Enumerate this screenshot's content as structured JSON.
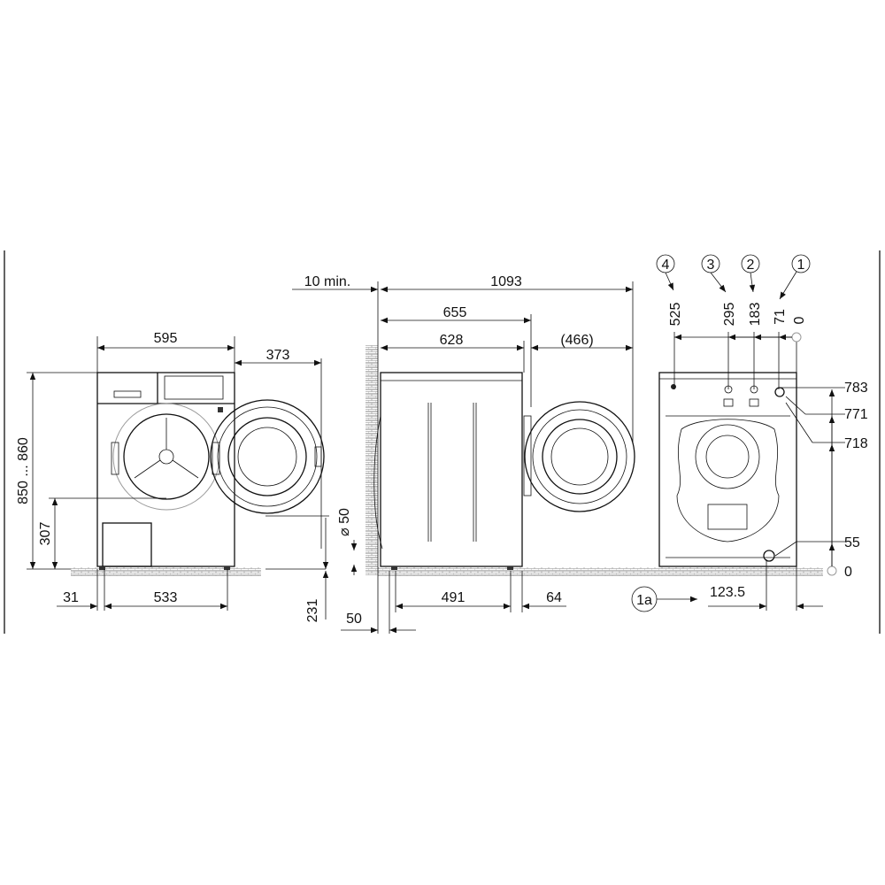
{
  "front_view": {
    "width": "595",
    "door_swing": "373",
    "height": "850 ... 860",
    "door_center_height": "307",
    "foot_offset": "31",
    "foot_span": "533",
    "drain_height": "231",
    "drain_diameter": "⌀ 50"
  },
  "side_view": {
    "wall_clearance": "10 min.",
    "total_depth_open": "1093",
    "depth_with_door": "655",
    "body_depth": "628",
    "door_depth": "(466)",
    "foot_depth": "491",
    "rear_foot_offset": "64",
    "wall_offset": "50"
  },
  "rear_view": {
    "callouts": [
      "4",
      "3",
      "2",
      "1"
    ],
    "horizontal_positions": [
      "525",
      "295",
      "183",
      "71",
      "0"
    ],
    "vertical_positions": [
      "783",
      "771",
      "718",
      "55",
      "0"
    ],
    "drain_callout": "1a",
    "drain_offset": "123.5"
  }
}
